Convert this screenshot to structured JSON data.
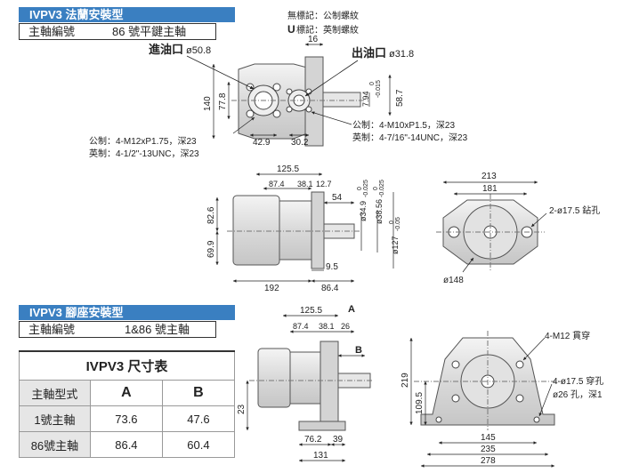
{
  "section1": {
    "title": "IVPV3 法蘭安裝型",
    "shaft_label": "主軸編號",
    "shaft_value": "86 號平鍵主軸"
  },
  "section2": {
    "title": "IVPV3 腳座安裝型",
    "shaft_label": "主軸編號",
    "shaft_value": "1&86 號主軸"
  },
  "legend": {
    "none_mark": "無標記：公制螺紋",
    "u_letter": "U",
    "u_text": "標記：英制螺紋"
  },
  "ports": {
    "inlet_label": "進油口",
    "inlet_dia": "ø50.8",
    "outlet_label": "出油口",
    "outlet_dia": "ø31.8"
  },
  "threads": {
    "inlet_metric": "公制：4-M12xP1.75，深23",
    "inlet_imperial": "英制：4-1/2\"-13UNC，深23",
    "outlet_metric": "公制：4-M10xP1.5，深23",
    "outlet_imperial": "英制：4-7/16\"-14UNC，深23"
  },
  "flange_dims": {
    "d16": "16",
    "d140": "140",
    "d77_8": "77.8",
    "d42_9": "42.9",
    "d30_2": "30.2",
    "d7_94": "7.94",
    "d7_94_tol_up": "0",
    "d7_94_tol_lo": "-0.015",
    "d58_7": "58.7",
    "d125_5": "125.5",
    "d87_4": "87.4",
    "d38_1": "38.1",
    "d12_7": "12.7",
    "d54": "54",
    "d34_9": "ø34.9",
    "d34_9_tol_up": "0",
    "d34_9_tol_lo": "-0.025",
    "d38_56": "ø38.56",
    "d38_56_tol_up": "0",
    "d38_56_tol_lo": "-0.025",
    "d127": "ø127",
    "d127_tol_up": "0",
    "d127_tol_lo": "-0.05",
    "d82_6": "82.6",
    "d69_9": "69.9",
    "d9_5": "9.5",
    "d192": "192",
    "d86_4": "86.4",
    "d213": "213",
    "d181": "181",
    "hole_note": "2-ø17.5 鉆孔",
    "d148": "ø148"
  },
  "foot_dims": {
    "d125_5": "125.5",
    "d87_4": "87.4",
    "d38_1": "38.1",
    "d26": "26",
    "label_a": "A",
    "label_b": "B",
    "d23": "23",
    "d76_2": "76.2",
    "d39": "39",
    "d131": "131",
    "d219": "219",
    "d109_5": "109.5",
    "note_m12": "4-M12 貫穿",
    "note_hole": "4-ø17.5 穿孔",
    "note_spot": "ø26 孔，深1",
    "d145": "145",
    "d235": "235",
    "d278": "278"
  },
  "table": {
    "title": "IVPV3 尺寸表",
    "col_model": "主軸型式",
    "col_a": "A",
    "col_b": "B",
    "rows": [
      {
        "name": "1號主軸",
        "a": "73.6",
        "b": "47.6"
      },
      {
        "name": "86號主軸",
        "a": "86.4",
        "b": "60.4"
      }
    ]
  }
}
